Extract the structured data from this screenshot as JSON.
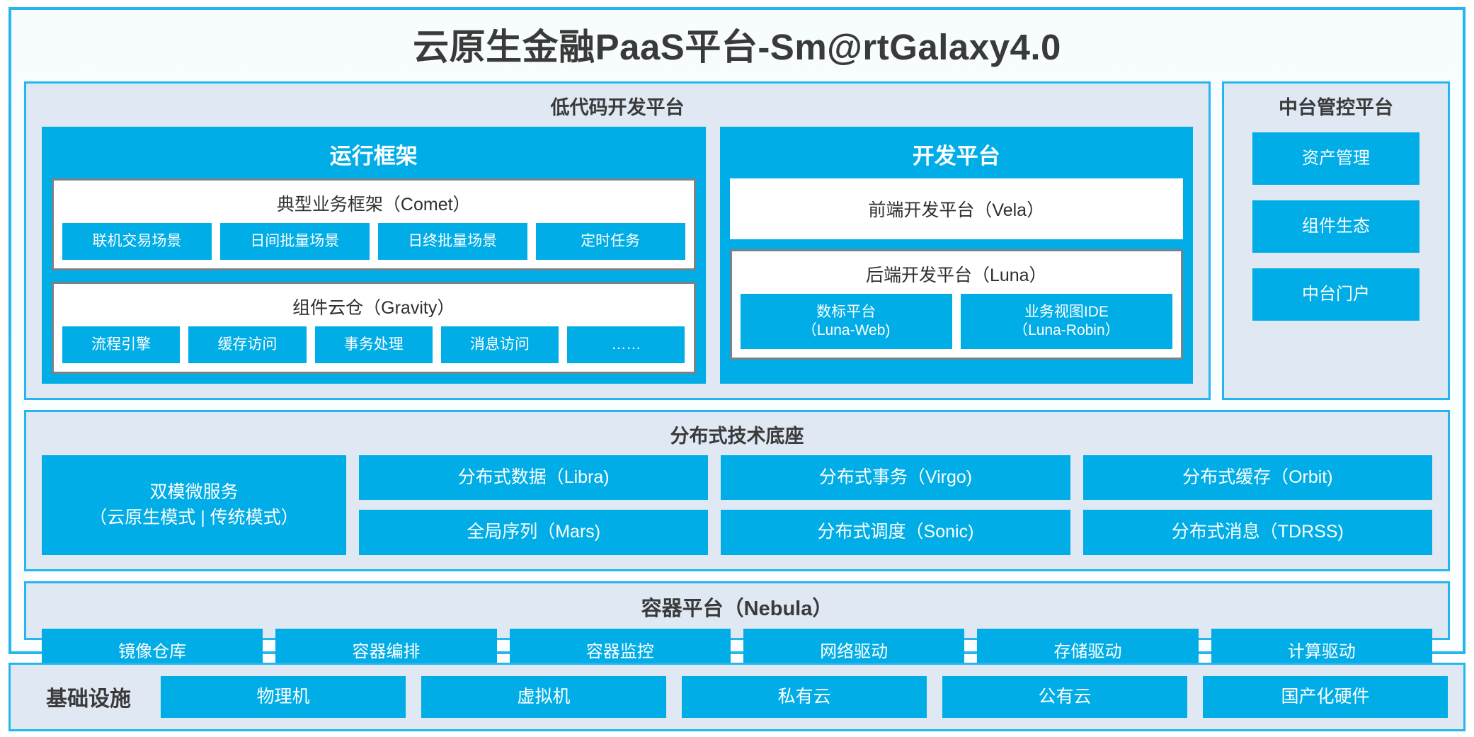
{
  "title": "云原生金融PaaS平台-Sm@rtGalaxy4.0",
  "colors": {
    "accent_border": "#25b6f0",
    "panel_bg": "#dfe8f3",
    "chip_fill": "#00ade6",
    "inner_border": "#7b8287",
    "text": "#3a3a3a"
  },
  "lowcode": {
    "title": "低代码开发平台",
    "runtime": {
      "title": "运行框架",
      "comet": {
        "title": "典型业务框架（Comet）",
        "items": [
          "联机交易场景",
          "日间批量场景",
          "日终批量场景",
          "定时任务"
        ]
      },
      "gravity": {
        "title": "组件云仓（Gravity）",
        "items": [
          "流程引擎",
          "缓存访问",
          "事务处理",
          "消息访问",
          "……"
        ]
      }
    },
    "devplatform": {
      "title": "开发平台",
      "frontend": "前端开发平台（Vela）",
      "backend": {
        "title": "后端开发平台（Luna）",
        "items": [
          "数标平台\n（Luna-Web)",
          "业务视图IDE\n（Luna-Robin）"
        ],
        "item_lines": [
          {
            "line1": "数标平台",
            "line2": "（Luna-Web)"
          },
          {
            "line1": "业务视图IDE",
            "line2": "（Luna-Robin）"
          }
        ]
      }
    }
  },
  "midoffice": {
    "title": "中台管控平台",
    "items": [
      "资产管理",
      "组件生态",
      "中台门户"
    ]
  },
  "techbase": {
    "title": "分布式技术底座",
    "wide": {
      "line1": "双模微服务",
      "line2": "（云原生模式 | 传统模式）"
    },
    "columns": [
      [
        "分布式数据（Libra)",
        "全局序列（Mars)"
      ],
      [
        "分布式事务（Virgo)",
        "分布式调度（Sonic)"
      ],
      [
        "分布式缓存（Orbit)",
        "分布式消息（TDRSS)"
      ]
    ]
  },
  "container": {
    "title": "容器平台（Nebula）",
    "items": [
      "镜像仓库",
      "容器编排",
      "容器监控",
      "网络驱动",
      "存储驱动",
      "计算驱动"
    ]
  },
  "infrastructure": {
    "label": "基础设施",
    "items": [
      "物理机",
      "虚拟机",
      "私有云",
      "公有云",
      "国产化硬件"
    ]
  }
}
